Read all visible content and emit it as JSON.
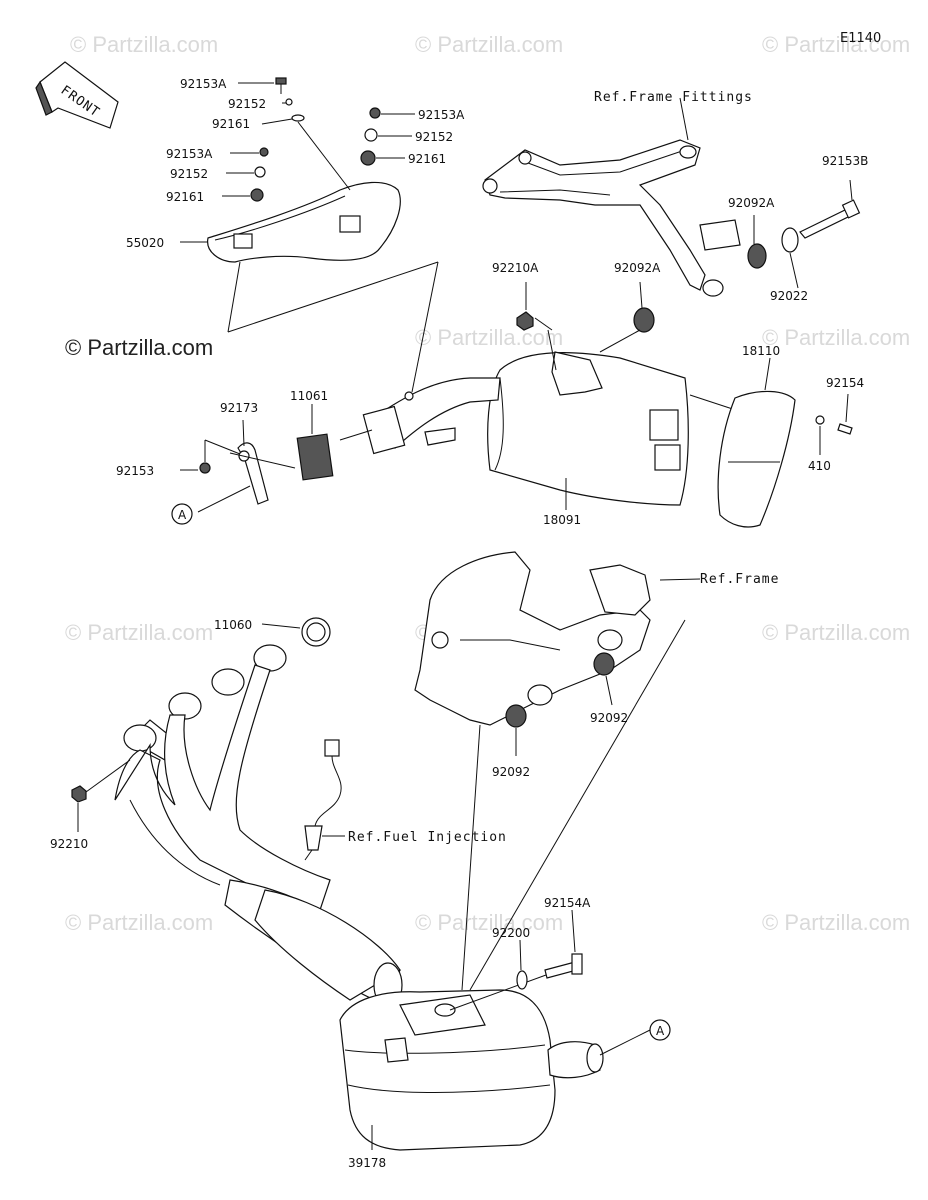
{
  "diagram_code": "E1140",
  "front_label": "FRONT",
  "watermark": "© Partzilla.com",
  "refs": {
    "frame_fittings": "Ref.Frame Fittings",
    "frame": "Ref.Frame",
    "fuel_injection": "Ref.Fuel Injection"
  },
  "callout": "A",
  "parts": {
    "p92153A_1": "92153A",
    "p92152_1": "92152",
    "p92161_1": "92161",
    "p92153A_2": "92153A",
    "p92152_2": "92152",
    "p92161_2": "92161",
    "p92153A_3": "92153A",
    "p92152_3": "92152",
    "p92161_3": "92161",
    "p55020": "55020",
    "p92153B": "92153B",
    "p92092A_1": "92092A",
    "p92022": "92022",
    "p92210A": "92210A",
    "p92092A_2": "92092A",
    "p18110": "18110",
    "p92154": "92154",
    "p410": "410",
    "p92173": "92173",
    "p11061": "11061",
    "p92153": "92153",
    "p18091": "18091",
    "p11060": "11060",
    "p92092_1": "92092",
    "p92092_2": "92092",
    "p92210": "92210",
    "p92154A": "92154A",
    "p92200": "92200",
    "p39178": "39178"
  }
}
